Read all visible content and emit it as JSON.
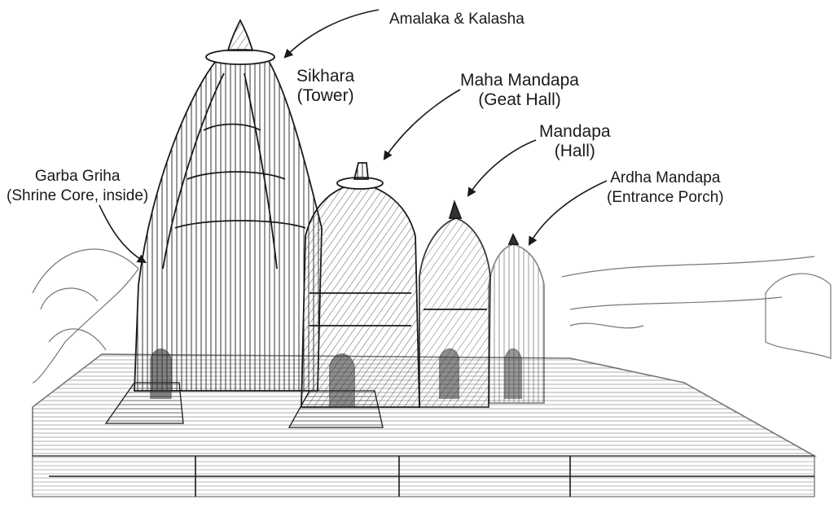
{
  "labels": {
    "amalaka": {
      "line1": "Amalaka & Kalasha"
    },
    "sikhara": {
      "line1": "Sikhara",
      "line2": "(Tower)"
    },
    "maha_mandapa": {
      "line1": "Maha Mandapa",
      "line2": "(Geat Hall)"
    },
    "mandapa": {
      "line1": "Mandapa",
      "line2": "(Hall)"
    },
    "garba_griha": {
      "line1": "Garba Griha",
      "line2": "(Shrine Core, inside)"
    },
    "ardha_mandapa": {
      "line1": "Ardha Mandapa",
      "line2": "(Entrance Porch)"
    }
  },
  "colors": {
    "ink": "#1a1a1a",
    "paper": "#ffffff",
    "shade": "#555555"
  }
}
